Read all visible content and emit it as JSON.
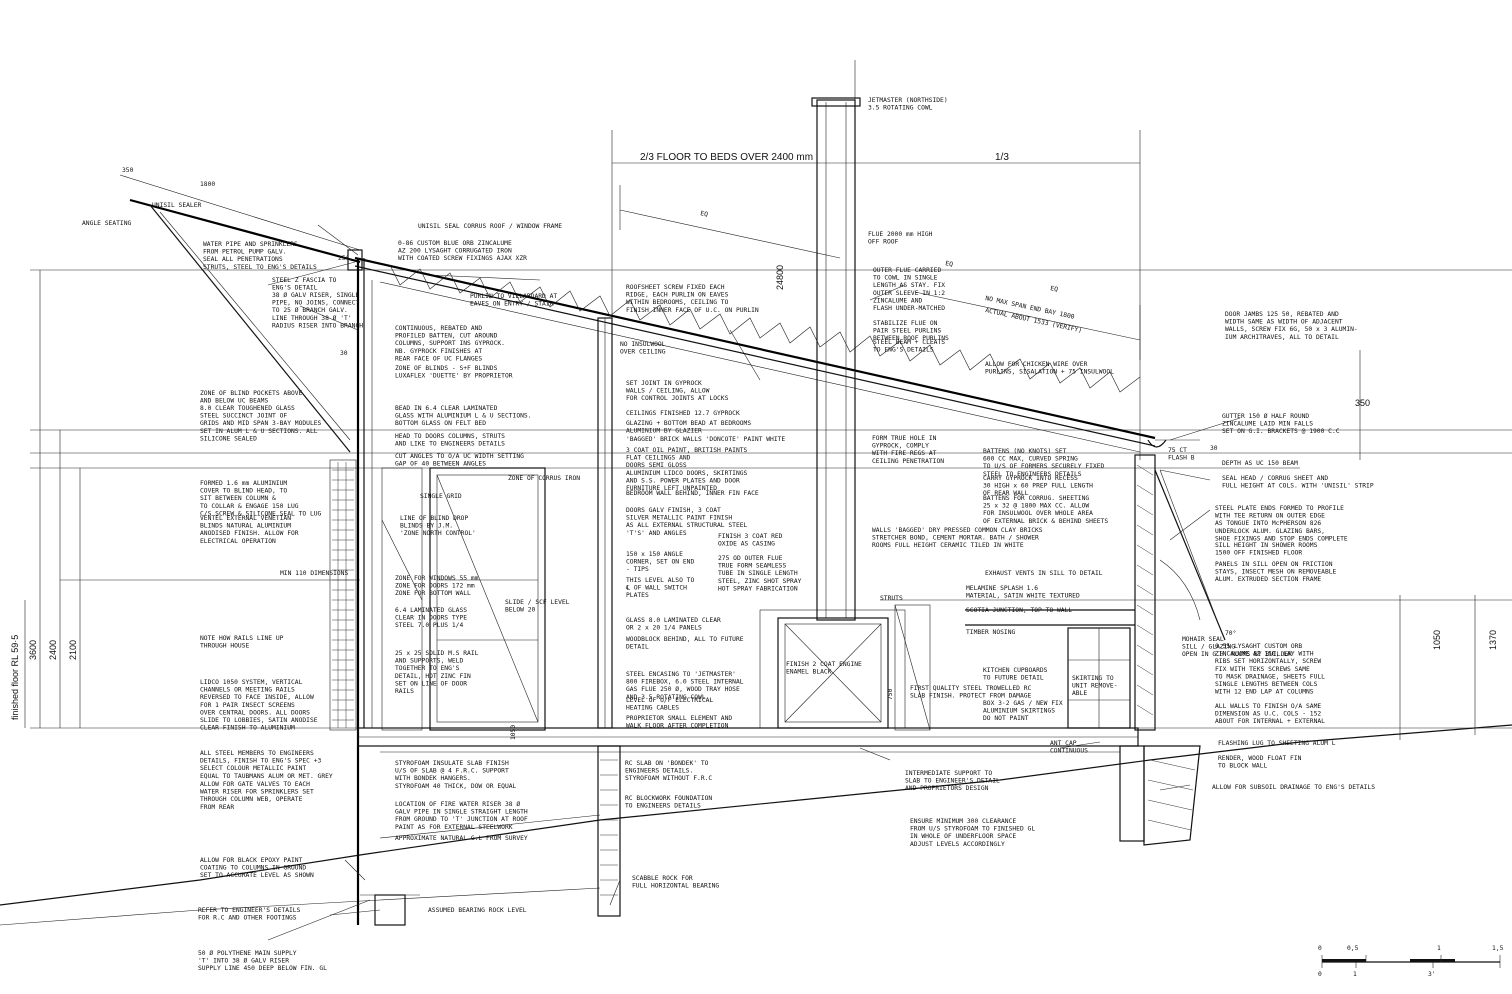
{
  "dimensions": {
    "floor_to_beds": "2/3 FLOOR TO BEDS OVER 2400 mm",
    "one_third": "1/3",
    "d350_top": "350",
    "d1800": "1800",
    "d350_right": "350",
    "d24800": "24800",
    "d3600": "3600",
    "d2400": "2400",
    "d2100": "2100",
    "d1050": "1050",
    "d1370": "1370",
    "d30_a": "30",
    "d30_b": "30",
    "d70": "70°",
    "d750": "750",
    "d1050_b": "1050",
    "rl_label": "finished floor RL 59·5",
    "min_110": "MIN 110 DIMENSIONS",
    "eq1": "EQ",
    "eq2": "EQ",
    "eq3": "EQ",
    "max_span": "NO MAX SPAN END BAY 1800",
    "actual": "ACTUAL ABOUT 1533 (VERIFY)",
    "d25_deg": "25°"
  },
  "notes": {
    "jetmaster": [
      "JETMASTER (NORTHSIDE)",
      "3.5 ROTATING COWL"
    ],
    "unisil_sealer": "UNISIL SEALER",
    "angle_seating": "ANGLE SEATING",
    "unisil_seal": "UNISIL SEAL CORRUS ROOF / WINDOW FRAME",
    "zincalume": [
      "0-86 CUSTOM BLUE ORB ZINCALUME",
      "AZ 200 LYSAGHT CORRUGATED IRON",
      "WITH COATED SCREW FIXINGS AJAX XZR"
    ],
    "water_pipe": [
      "WATER PIPE AND SPRINKLERS",
      "FROM PETROL PUMP GALV.",
      "SEAL ALL PENETRATIONS",
      "STRUTS, STEEL TO ENG'S DETAILS"
    ],
    "steel_fascia": [
      "STEEL Z FASCIA TO",
      "ENG'S DETAIL"
    ],
    "riser": [
      "38 Ø GALV RISER, SINGLE",
      "PIPE, NO JOINS, CONNECT",
      "TO 25 Ø BRANCH GALV.",
      "LINE THROUGH 38 Ø 'T'",
      "RADIUS RISER INTO BRANCH"
    ],
    "purlin": [
      "PURLIN TO VILLABOARD AT",
      "EAVES ON ENTRY / STAIR"
    ],
    "roofsheet": [
      "ROOFSHEET SCREW FIXED EACH",
      "RIDGE, EACH PURLIN ON EAVES",
      "WITHIN BEDROOMS, CEILING TO",
      "FINISH INNER FACE OF U.C. ON PURLIN"
    ],
    "no_insul": [
      "NO INSULWOOL",
      "OVER CEILING"
    ],
    "flue_2000": [
      "FLUE 2000 mm HIGH",
      "OFF ROOF"
    ],
    "outer_flue": [
      "OUTER FLUE CARRIED",
      "TO COWL IN SINGLE",
      "LENGTH AS STAY. FIX",
      "OUTER SLEEVE IN 1:2",
      "ZINCALUME AND",
      "FLASH UNDER-MATCHED"
    ],
    "stabilize_flue": [
      "STABILIZE FLUE ON",
      "PAIR STEEL PURLINS",
      "BETWEEN ROOF PURLINS"
    ],
    "steel_beam_cleats": [
      "STEEL BEAM + CLEATS",
      "TO ENG'S DETAILS"
    ],
    "chicken_wire": [
      "ALLOW FOR CHICKEN WIRE OVER",
      "PURLINS, SISALATION + 75 INSULWOOL"
    ],
    "door_james": [
      "DOOR JAMBS 125 50, REBATED AND",
      "WIDTH SAME AS WIDTH OF ADJACENT",
      "WALLS, SCREW FIX 6G, 50 x 3 ALUMIN-",
      "IUM ARCHITRAVES, ALL TO DETAIL"
    ],
    "continuous_rebated": [
      "CONTINUOUS, REBATED AND",
      "PROFILED BATTEN, CUT AROUND",
      "COLUMNS, SUPPORT INS GYPROCK.",
      "NB. GYPROCK FINISHES AT",
      "REAR FACE OF UC FLANGES"
    ],
    "zone_blinds": [
      "ZONE OF BLINDS - S+F BLINDS",
      "LUXAFLEX 'DUETTE' BY PROPRIETOR"
    ],
    "set_joint": [
      "SET JOINT IN GYPROCK",
      "WALLS / CEILING, ALLOW",
      "FOR CONTROL JOINTS AT LOCKS"
    ],
    "ceilings_finished": "CEILINGS FINISHED 12.7 GYPROCK",
    "glazing": [
      "GLAZING + BOTTOM BEAD AT BEDROOMS",
      "ALUMINIUM BY GLAZIER"
    ],
    "bagged_brick": "'BAGGED' BRICK WALLS 'DONCOTE' PAINT WHITE",
    "coat_oil": [
      "3 COAT OIL PAINT, BRITISH PAINTS",
      "FLAT CEILINGS AND",
      "DOORS SEMI GLOSS"
    ],
    "aluminium_lidco": [
      "ALUMINIUM LIDCO DOORS, SKIRTINGS",
      "AND S.S. POWER PLATES AND DOOR",
      "FURNITURE LEFT UNPAINTED"
    ],
    "bedroom_wall": "BEDROOM WALL BEHIND, INNER FIN FACE",
    "zone_blind_pockets": [
      "ZONE OF BLIND POCKETS ABOVE",
      "AND BELOW UC BEAMS"
    ],
    "clear_glass": [
      "8.0 CLEAR TOUGHENED GLASS",
      "STEEL SUCCINCT JOINT OF",
      "GRIDS AND MID SPAN 3-BAY MODULES",
      "SET IN ALUM L & U SECTIONS. ALL",
      "SILICONE SEALED"
    ],
    "bead_laminated": [
      "BEAD IN 6.4 CLEAR LAMINATED",
      "GLASS WITH ALUMINIUM L & U SECTIONS.",
      "BOTTOM GLASS ON FELT BED"
    ],
    "head_doors": [
      "HEAD TO DOORS COLUMNS, STRUTS",
      "AND LIKE TO ENGINEERS DETAILS"
    ],
    "cut_angles": [
      "CUT ANGLES TO O/A UC WIDTH SETTING",
      "GAP OF 40 BETWEEN ANGLES"
    ],
    "zone_corrus": "ZONE OF CORRUS IRON",
    "formed_aluminium": [
      "FORMED 1.6 mm ALUMINIUM",
      "COVER TO BLIND HEAD, TO",
      "SIT BETWEEN COLUMN &",
      "TO COLLAR & ENGAGE 150 LUG",
      "C/S SCREW & SILICONE SEAL TO LUG"
    ],
    "ventel": [
      "VENTEL EXTERNAL VENETIAN",
      "BLINDS NATURAL ALUMINIUM",
      "ANODISED FINISH. ALLOW FOR",
      "ELECTRICAL OPERATION"
    ],
    "line_blind": [
      "LINE OF BLIND DROP",
      "BLINDS BY J.M.",
      "'ZONE NORTH CONTROL'"
    ],
    "doors_galv": [
      "DOORS GALV FINISH, 3 COAT",
      "SILVER METALLIC PAINT FINISH",
      "AS ALL EXTERNAL STRUCTURAL STEEL",
      "'T'S' AND ANGLES"
    ],
    "angle_150": [
      "150 x 150 ANGLE",
      "CORNER, SET ON END",
      "- TIPS"
    ],
    "finish_3coat": [
      "FINISH 3 COAT RED",
      "OXIDE AS CASING"
    ],
    "outer_flue_275": [
      "275 OD OUTER FLUE",
      "TRUE FORM SEAMLESS",
      "TUBE IN SINGLE LENGTH",
      "STEEL, ZINC SHOT SPRAY",
      "HOT SPRAY FABRICATION"
    ],
    "level_switch": [
      "THIS LEVEL ALSO TO",
      "℄ OF WALL SWITCH",
      "PLATES"
    ],
    "form_true_hole": [
      "FORM TRUE HOLE IN",
      "GYPROCK, COMPLY",
      "WITH FIRE REGS AT",
      "CEILING PENETRATION"
    ],
    "battens_no_knots": [
      "BATTENS (NO KNOTS) SET",
      "600 CC MAX, CURVED SPRING",
      "TO U/S OF FORMERS SECURELY FIXED",
      "STEEL TO ENGINEERS DETAILS"
    ],
    "carry_gyprock": [
      "CARRY GYPROCK INTO RECESS",
      "30 HIGH x 60 PREP FULL LENGTH",
      "OF REAR WALL"
    ],
    "battens_corrug": [
      "BATTENS FOR CORRUG. SHEETING",
      "25 x 32 @ 1800 MAX CC. ALLOW",
      "FOR INSULWOOL OVER WHOLE AREA",
      "OF EXTERNAL BRICK & BEHIND SHEETS"
    ],
    "gutter": [
      "GUTTER 150 Ø HALF ROUND",
      "ZINCALUME LAID MIN FALLS",
      "SET ON G.I. BRACKETS @ 1900 C.C"
    ],
    "depth_uc": "DEPTH AS UC 150 BEAM",
    "seal_head": [
      "SEAL HEAD / CORRUG SHEET AND",
      "FULL HEIGHT AT COLS. WITH 'UNISIL' STRIP"
    ],
    "steel_plate": [
      "STEEL PLATE ENDS FORMED TO PROFILE",
      "WITH TEE RETURN ON OUTER EDGE",
      "AS TONGUE INTO McPHERSON 826",
      "UNDERLOCK ALUM. GLAZING BARS,",
      "SHOE FIXINGS AND STOP ENDS COMPLETE"
    ],
    "sill_height": [
      "SILL HEIGHT IN SHOWER ROOMS",
      "1500 OFF FINISHED FLOOR"
    ],
    "panels_sill": [
      "PANELS IN SILL OPEN ON FRICTION",
      "STAYS, INSECT MESH ON REMOVEABLE",
      "ALUM. EXTRUDED SECTION FRAME"
    ],
    "walls_bagged": [
      "WALLS 'BAGGED' DRY PRESSED COMMON CLAY BRICKS",
      "STRETCHER BOND, CEMENT MORTAR. BATH / SHOWER",
      "ROOMS FULL HEIGHT CERAMIC TILED IN WHITE"
    ],
    "exhaust": "EXHAUST VENTS IN SILL TO DETAIL",
    "melamine": [
      "MELAMINE SPLASH 1.6",
      "MATERIAL, SATIN WHITE TEXTURED"
    ],
    "junction": "SCOTIA JUNCTION, TOP TO WALL",
    "timber_nosing": "TIMBER NOSING",
    "mohair": [
      "MOHAIR SEAL",
      "SILL / GLAZING",
      "OPEN IN G.H. ROOMS BY BUILDER"
    ],
    "lysaght_custom": [
      "0.55 LYSAGHT CUSTOM ORB",
      "ZINCALUME AZ 150, LAY WITH",
      "RIBS SET HORIZONTALLY, SCREW",
      "FIX WITH TEKS SCREWS SAME",
      "TO MASK DRAINAGE, SHEETS FULL",
      "SINGLE LENGTHS BETWEEN COLS",
      "WITH 12 END LAP AT COLUMNS"
    ],
    "kitchen_cupboards": [
      "KITCHEN CUPBOARDS",
      "TO FUTURE DETAIL"
    ],
    "first_quality": [
      "FIRST QUALITY STEEL TROWELLED RC",
      "SLAB FINISH. PROTECT FROM DAMAGE"
    ],
    "skirting": [
      "SKIRTING TO",
      "UNIT REMOVE-",
      "ABLE"
    ],
    "box_skirting": [
      "BOX 3·2 GAS / NEW FIX",
      "ALUMINIUM SKIRTINGS",
      "DO NOT PAINT"
    ],
    "all_walls_finish": [
      "ALL WALLS TO FINISH O/A SAME",
      "DIMENSION AS U.C. COLS - 152",
      "ABOUT FOR INTERNAL + EXTERNAL"
    ],
    "zone_windows": [
      "ZONE FOR WINDOWS 55 mm",
      "ZONE FOR DOORS 172 mm",
      "ZONE FOR BOTTOM WALL"
    ],
    "slide_level": [
      "SLIDE / SCF LEVEL",
      "BELOW 20"
    ],
    "laminated_64": [
      "6.4 LAMINATED GLASS",
      "CLEAR IN DOORS TYPE",
      "STEEL 7.0 PLUS 1/4"
    ],
    "rails_25": [
      "25 x 25 SOLID M.S RAIL",
      "AND SUPPORTS, WELD",
      "TOGETHER TO ENG'S",
      "DETAIL, HOT ZINC FIN",
      "SET ON LINE OF DOOR",
      "RAILS"
    ],
    "note_rails": [
      "NOTE HOW RAILS LINE UP",
      "THROUGH HOUSE"
    ],
    "lidco": [
      "LIDCO 1050 SYSTEM, VERTICAL",
      "CHANNELS OR MEETING RAILS",
      "REVERSED TO FACE INSIDE, ALLOW",
      "FOR 1 PAIR INSECT SCREENS",
      "OVER CENTRAL DOORS. ALL DOORS",
      "SLIDE TO LOBBIES, SATIN ANODISE",
      "CLEAR FINISH TO ALUMINIUM"
    ],
    "glass_80": [
      "GLASS 8.0 LAMINATED CLEAR",
      "OR 2 x 20 1/4 PANELS"
    ],
    "woodblock": [
      "WOODBLOCK BEHIND, ALL TO FUTURE",
      "DETAIL"
    ],
    "finish_engine": [
      "FINISH 2 COAT ENGINE",
      "ENAMEL BLACK"
    ],
    "steel_encasing": [
      "STEEL ENCASING TO 'JETMASTER'",
      "800 FIREBOX, 6.0 STEEL INTERNAL",
      "GAS FLUE 250 Ø, WOOD TRAY HOSE",
      "AND 3.5 ROTATING COWL"
    ],
    "level_elec": [
      "LEVEL OF U/F ELECTRICAL",
      "HEATING CABLES"
    ],
    "proprietor": [
      "PROPRIETOR SMALL ELEMENT AND",
      "WALK FLOOR AFTER COMPLETION"
    ],
    "all_steel": [
      "ALL STEEL MEMBERS TO ENGINEERS",
      "DETAILS, FINISH TO ENG'S SPEC +3",
      "SELECT COLOUR METALLIC PAINT",
      "EQUAL TO TAUBMANS ALUM OR MET. GREY"
    ],
    "allow_gate_valves": [
      "ALLOW FOR GATE VALVES TO EACH",
      "WATER RISER FOR SPRINKLERS SET",
      "THROUGH COLUMN WEB, OPERATE",
      "FROM REAR"
    ],
    "styrofoam": [
      "STYROFOAM INSULATE SLAB FINISH",
      "U/S OF SLAB @ 4 F.R.C. SUPPORT",
      "WITH BONDEK HANGERS.",
      "STYROFOAM 40 THICK, DOW OR EQUAL"
    ],
    "fire_water": [
      "LOCATION OF FIRE WATER RISER 38 Ø",
      "GALV PIPE IN SINGLE STRAIGHT LENGTH",
      "FROM GROUND TO 'T' JUNCTION AT ROOF",
      "PAINT AS FOR EXTERNAL STEELWORK"
    ],
    "approx_ngl": "APPROXIMATE NATURAL G.L FROM SURVEY",
    "rc_slab": [
      "RC SLAB ON 'BONDEK' TO",
      "ENGINEERS DETAILS.",
      "STYROFOAM WITHOUT F.R.C"
    ],
    "rc_blockwork": [
      "RC BLOCKWORK FOUNDATION",
      "TO ENGINEERS DETAILS"
    ],
    "intermediate_support": [
      "INTERMEDIATE SUPPORT TO",
      "SLAB TO ENGINEER'S DETAIL",
      "AND PROPRIETORS DESIGN"
    ],
    "ant_cap": [
      "ANT CAP",
      "CONTINUOUS"
    ],
    "flashing": "FLASHING LUG TO SHEETING ALUM L",
    "render": [
      "RENDER, WOOD FLOAT FIN",
      "TO BLOCK WALL"
    ],
    "subsoil": "ALLOW FOR SUBSOIL DRAINAGE TO ENG'S DETAILS",
    "ensure_clearance": [
      "ENSURE MINIMUM 300 CLEARANCE",
      "FROM U/S STYROFOAM TO FINISHED GL",
      "IN WHOLE OF UNDERFLOOR SPACE",
      "ADJUST LEVELS ACCORDINGLY"
    ],
    "black_epoxy": [
      "ALLOW FOR BLACK EPOXY PAINT",
      "COATING TO COLUMNS IN GROUND",
      "SET TO ACCURATE LEVEL AS SHOWN"
    ],
    "scabble_rock": [
      "SCABBLE ROCK FOR",
      "FULL HORIZONTAL BEARING"
    ],
    "refer_engineers": [
      "REFER TO ENGINEER'S DETAILS",
      "FOR R.C AND OTHER FOOTINGS"
    ],
    "assumed_bearing": "ASSUMED BEARING ROCK LEVEL",
    "polythene": [
      "50 Ø POLYTHENE MAIN SUPPLY",
      "'T' INTO 38 Ø GALV RISER",
      "SUPPLY LINE 450 DEEP BELOW FIN. GL"
    ],
    "single_grid": "SINGLE GRID",
    "struts_label": "STRUTS",
    "ct_flash": [
      "75 CT",
      "FLASH B"
    ]
  },
  "scale_bar": {
    "top_ticks": [
      "0",
      "0,5",
      "1",
      "1,5"
    ],
    "bottom_ticks": [
      "0",
      "1",
      "3'"
    ]
  }
}
